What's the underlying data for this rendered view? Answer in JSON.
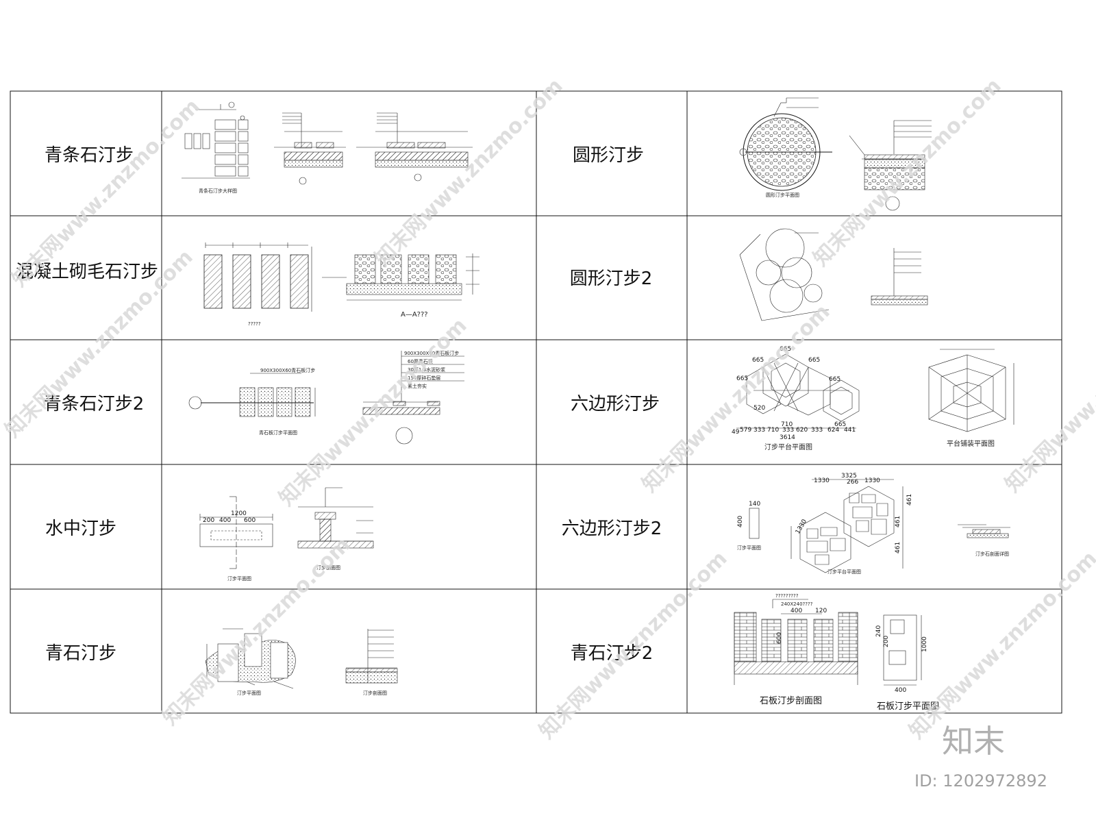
{
  "rows": [
    {
      "left_title": "青条石汀步",
      "right_title": "圆形汀步"
    },
    {
      "left_title": "混凝土砌毛石汀步",
      "right_title": "圆形汀步2"
    },
    {
      "left_title": "青条石汀步2",
      "right_title": "六边形汀步"
    },
    {
      "left_title": "水中汀步",
      "right_title": "六边形汀步2"
    },
    {
      "left_title": "青石汀步",
      "right_title": "青石汀步2"
    }
  ],
  "captions": {
    "r1_left": "青条石汀步大样图",
    "r1_right": "圆形汀步平面图",
    "r2_plan": "?????",
    "r2_section": "A—A???",
    "r3_left": "青石板汀步平面图",
    "r3_spec1": "900X300X60青石板汀步",
    "r3_note1": "60厚青石板",
    "r3_note2": "30厚1:3水泥砂浆",
    "r3_note3": "150厚碎石垫层",
    "r3_note4": "素土夯实",
    "r3_hex_plan": "汀步平台平面图",
    "r3_hex_paving": "平台铺装平面图",
    "r4_plan": "汀步平面图",
    "r4_section": "汀步剖面图",
    "r4_hex_plan": "汀步平面图",
    "r4_hex_platform": "汀步平台平面图",
    "r4_hex_section": "汀步石剖面详图",
    "r5_plan": "汀步平面图",
    "r5_section": "汀步剖面图",
    "r5_right_note": "?????????",
    "r5_right_size": "240X240????",
    "r5_right_section": "石板汀步剖面图",
    "r5_right_plan": "石板汀步平面图"
  },
  "dimensions": {
    "hex_665": "665",
    "hex_row": [
      "579",
      "333",
      "710",
      "333",
      "620",
      "333",
      "624",
      "441"
    ],
    "hex_total": "3614",
    "hex_520": "520",
    "hex_710": "710",
    "hex_49": "49",
    "hex2_top": [
      "1330",
      "3325",
      "1330"
    ],
    "hex2_266": "266",
    "hex2_461": "461",
    "hex2_1330": "1330",
    "hex2_140": "140",
    "hex2_400": "400",
    "r4_1200": "1200",
    "r4_parts": [
      "200",
      "400",
      "600"
    ],
    "r5_400": "400",
    "r5_120": "120",
    "r5_1000": "1000",
    "r5_600": "600",
    "r5_240": "240",
    "r5_200": "200"
  },
  "watermark": {
    "text": "知末网www.znzmo.com",
    "brand": "知末",
    "id_label": "ID: 1202972892"
  }
}
